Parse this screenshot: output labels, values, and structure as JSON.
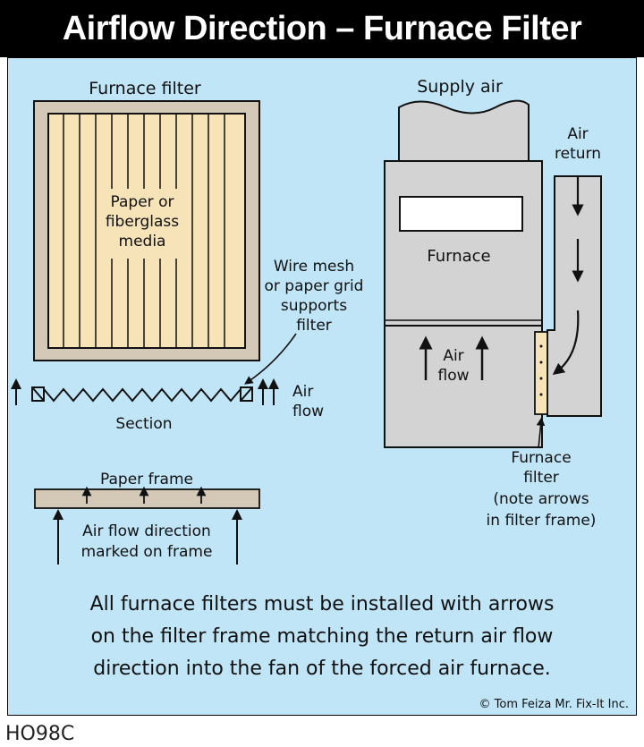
{
  "title": "Airflow Direction – Furnace Filter",
  "left_diagram": {
    "filter_label": "Furnace filter",
    "media_label": [
      "Paper or",
      "fiberglass",
      "media"
    ],
    "support_label": [
      "Wire mesh",
      "or paper grid",
      "supports",
      "filter"
    ],
    "air_flow_label": [
      "Air",
      "flow"
    ],
    "section_label": "Section",
    "paper_frame_label": "Paper frame",
    "direction_label": [
      "Air flow direction",
      "marked on frame"
    ]
  },
  "right_diagram": {
    "supply_air_label": "Supply air",
    "air_return_label": [
      "Air",
      "return"
    ],
    "furnace_label": "Furnace",
    "air_flow_label": [
      "Air",
      "flow"
    ],
    "furnace_filter_label": [
      "Furnace",
      "filter",
      "(note arrows",
      "in filter frame)"
    ]
  },
  "caption": [
    "All furnace filters must be installed with arrows",
    "on the filter frame matching the return air flow",
    "direction into the fan of the forced air furnace."
  ],
  "copyright": "© Tom Feiza Mr. Fix-It Inc.",
  "footer_code": "HO98C",
  "colors": {
    "panel_bg": "#bfe5f7",
    "filter_media": "#f6e3b8",
    "filter_frame": "#d3c9b6",
    "furnace_gray": "#d3d3d3",
    "title_bg": "#000000"
  }
}
